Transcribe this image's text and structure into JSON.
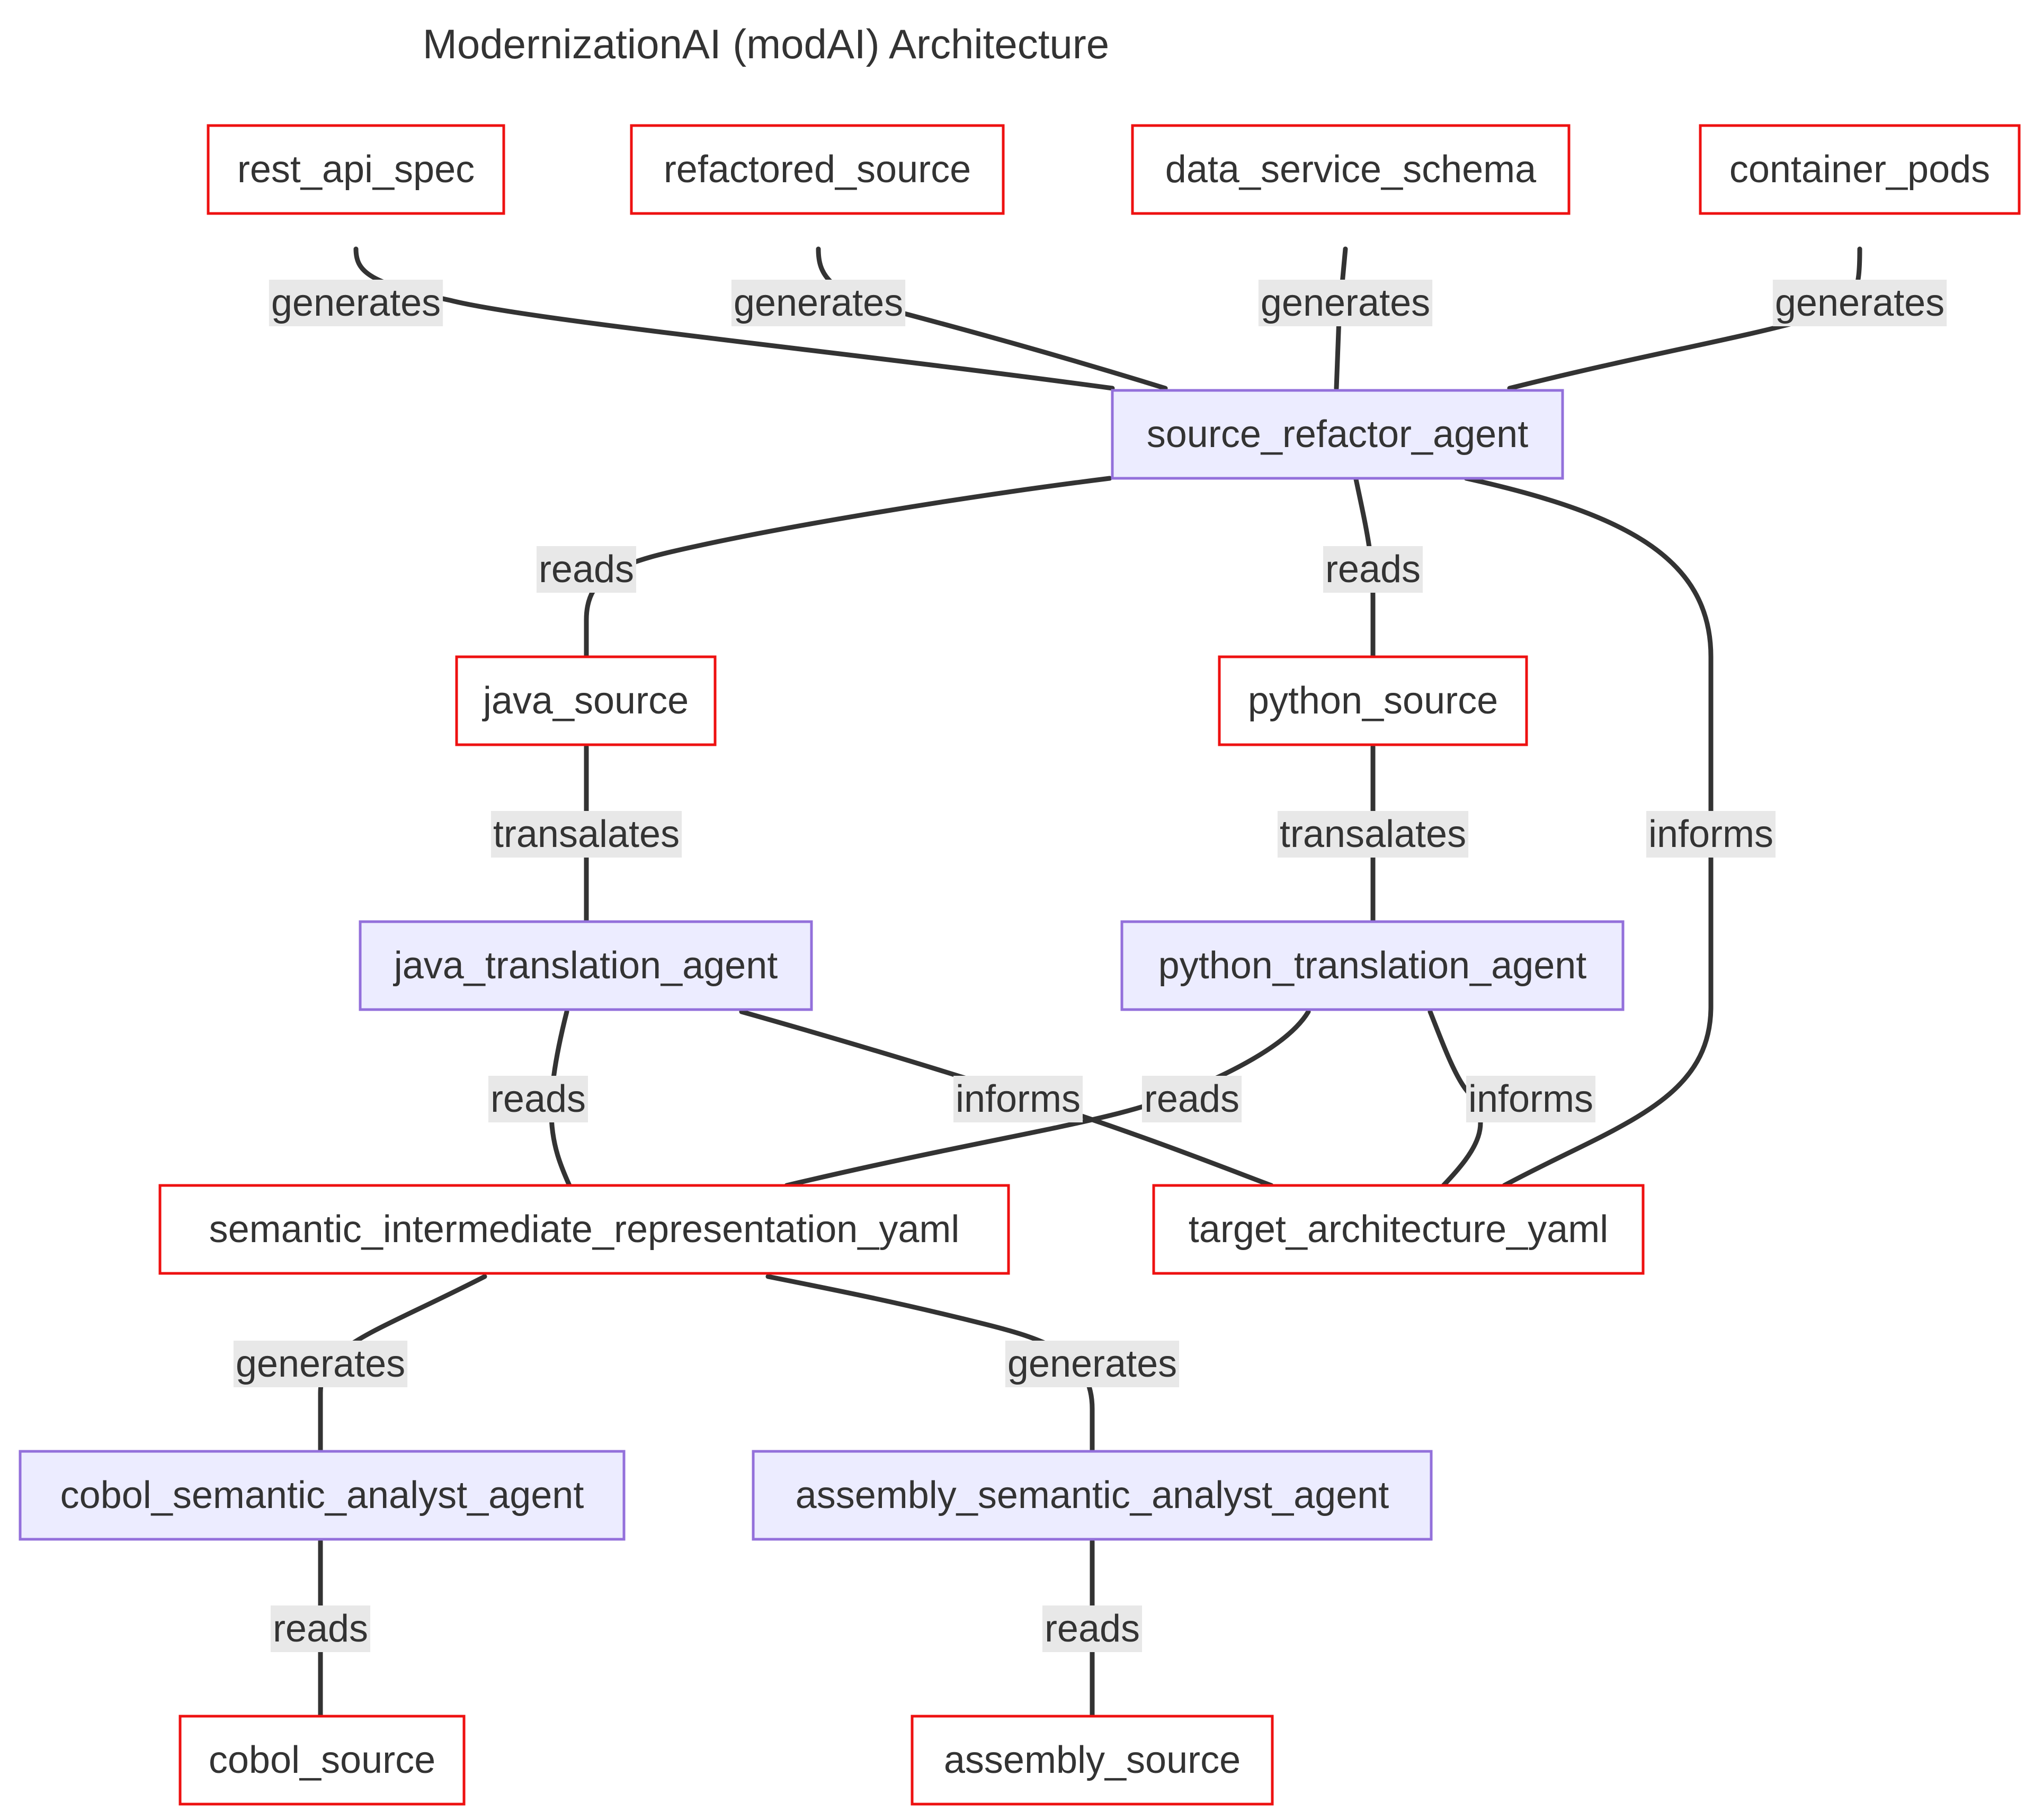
{
  "title": "ModernizationAI (modAI) Architecture",
  "colors": {
    "artifact_fill": "#ffffff",
    "artifact_stroke": "#ee1111",
    "agent_fill": "#ececff",
    "agent_stroke": "#9370db",
    "edge": "#333333",
    "label_bg": "#e8e8e8",
    "text": "#333333"
  },
  "nodes": {
    "rest_api_spec": {
      "label": "rest_api_spec",
      "kind": "artifact"
    },
    "refactored_source": {
      "label": "refactored_source",
      "kind": "artifact"
    },
    "data_service_schema": {
      "label": "data_service_schema",
      "kind": "artifact"
    },
    "container_pods": {
      "label": "container_pods",
      "kind": "artifact"
    },
    "source_refactor_agent": {
      "label": "source_refactor_agent",
      "kind": "agent"
    },
    "java_source": {
      "label": "java_source",
      "kind": "artifact"
    },
    "python_source": {
      "label": "python_source",
      "kind": "artifact"
    },
    "java_translation_agent": {
      "label": "java_translation_agent",
      "kind": "agent"
    },
    "python_translation_agent": {
      "label": "python_translation_agent",
      "kind": "agent"
    },
    "semantic_intermediate_representation_yaml": {
      "label": "semantic_intermediate_representation_yaml",
      "kind": "artifact"
    },
    "target_architecture_yaml": {
      "label": "target_architecture_yaml",
      "kind": "artifact"
    },
    "cobol_semantic_analyst_agent": {
      "label": "cobol_semantic_analyst_agent",
      "kind": "agent"
    },
    "assembly_semantic_analyst_agent": {
      "label": "assembly_semantic_analyst_agent",
      "kind": "agent"
    },
    "cobol_source": {
      "label": "cobol_source",
      "kind": "artifact"
    },
    "assembly_source": {
      "label": "assembly_source",
      "kind": "artifact"
    }
  },
  "edges": [
    {
      "from": "source_refactor_agent",
      "to": "rest_api_spec",
      "label": "generates"
    },
    {
      "from": "source_refactor_agent",
      "to": "refactored_source",
      "label": "generates"
    },
    {
      "from": "source_refactor_agent",
      "to": "data_service_schema",
      "label": "generates"
    },
    {
      "from": "source_refactor_agent",
      "to": "container_pods",
      "label": "generates"
    },
    {
      "from": "java_source",
      "to": "source_refactor_agent",
      "label": "reads"
    },
    {
      "from": "python_source",
      "to": "source_refactor_agent",
      "label": "reads"
    },
    {
      "from": "target_architecture_yaml",
      "to": "source_refactor_agent",
      "label": "informs"
    },
    {
      "from": "java_translation_agent",
      "to": "java_source",
      "label": "transalates"
    },
    {
      "from": "python_translation_agent",
      "to": "python_source",
      "label": "transalates"
    },
    {
      "from": "semantic_intermediate_representation_yaml",
      "to": "java_translation_agent",
      "label": "reads"
    },
    {
      "from": "target_architecture_yaml",
      "to": "java_translation_agent",
      "label": "informs"
    },
    {
      "from": "semantic_intermediate_representation_yaml",
      "to": "python_translation_agent",
      "label": "reads"
    },
    {
      "from": "target_architecture_yaml",
      "to": "python_translation_agent",
      "label": "informs"
    },
    {
      "from": "cobol_semantic_analyst_agent",
      "to": "semantic_intermediate_representation_yaml",
      "label": "generates"
    },
    {
      "from": "assembly_semantic_analyst_agent",
      "to": "semantic_intermediate_representation_yaml",
      "label": "generates"
    },
    {
      "from": "cobol_source",
      "to": "cobol_semantic_analyst_agent",
      "label": "reads"
    },
    {
      "from": "assembly_source",
      "to": "assembly_semantic_analyst_agent",
      "label": "reads"
    }
  ]
}
